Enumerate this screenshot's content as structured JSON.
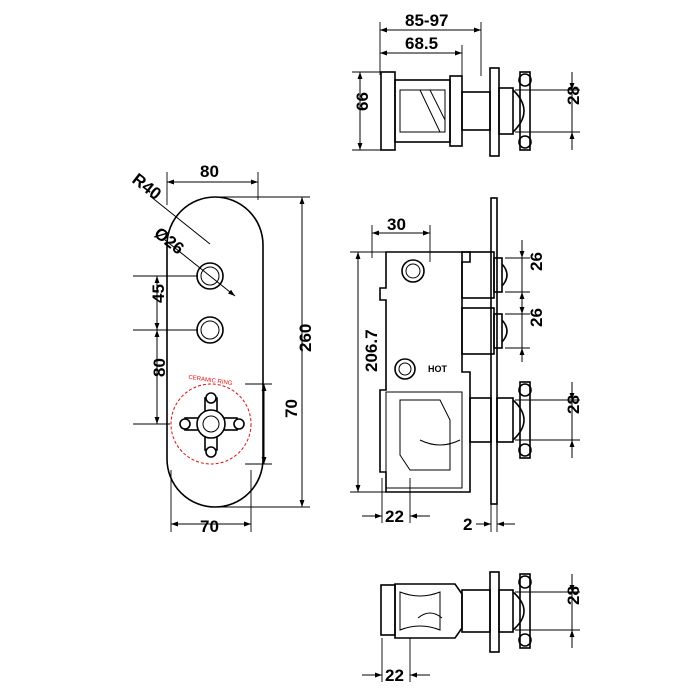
{
  "front_view": {
    "width_top": "80",
    "radius": "R40",
    "hole_diameter": "Ø26",
    "spacing_1": "45",
    "spacing_2": "80",
    "height_total": "260",
    "handle_height": "70",
    "width_bottom": "70",
    "ring_label": "CERAMIC RING"
  },
  "top_view": {
    "depth_range": "85-97",
    "depth_body": "68.5",
    "height_body": "66",
    "handle_dia": "28"
  },
  "side_view": {
    "outlet_offset": "30",
    "body_height": "206.7",
    "outlet_1": "26",
    "outlet_2": "26",
    "handle_dia": "28",
    "inlet_label": "HOT",
    "bottom_offset": "22",
    "plate_thickness": "2"
  },
  "bottom_view": {
    "handle_dia": "28",
    "bottom_offset": "22"
  }
}
